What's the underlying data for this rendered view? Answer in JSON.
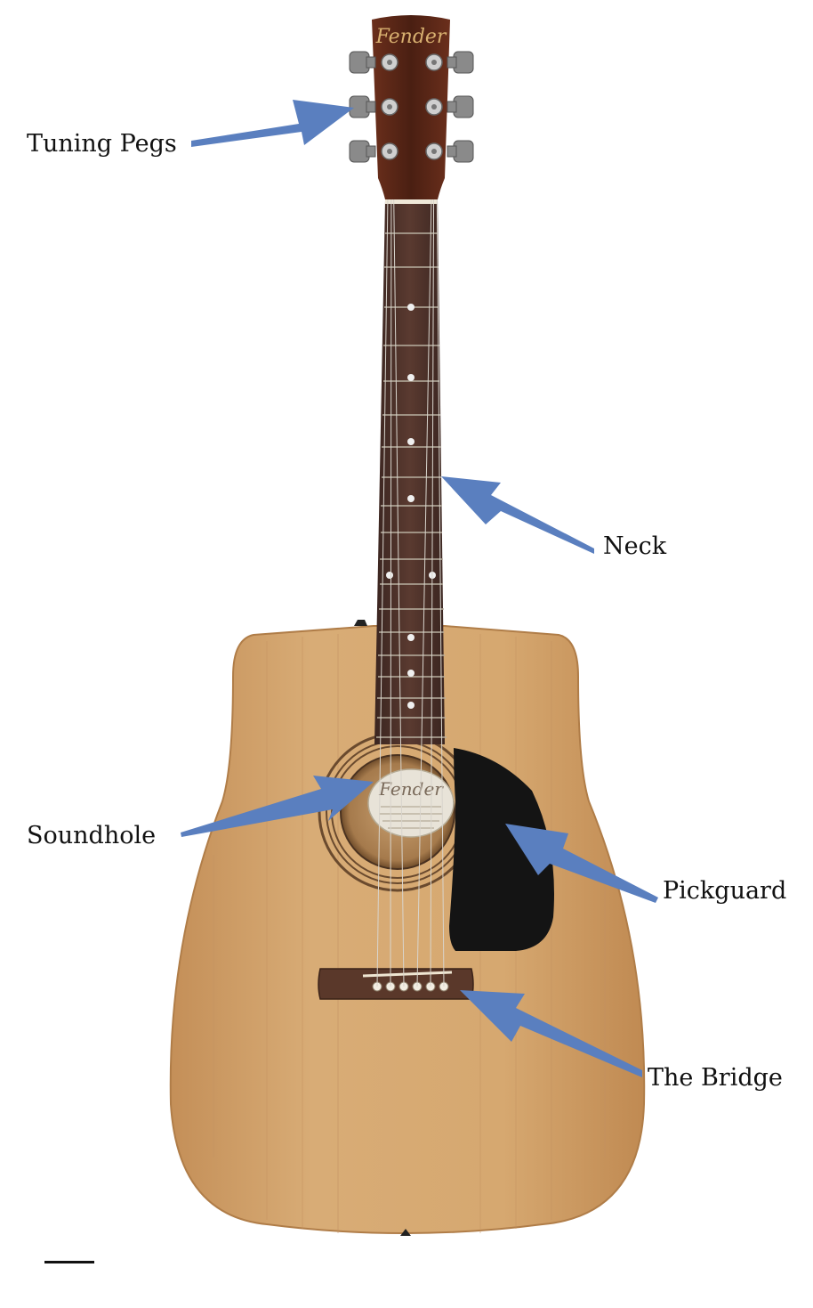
{
  "labels": {
    "tuning_pegs": "Tuning Pegs",
    "neck": "Neck",
    "soundhole": "Soundhole",
    "pickguard": "Pickguard",
    "bridge": "The Bridge"
  },
  "brand": {
    "headstock_logo": "Fender",
    "label_logo": "Fender"
  },
  "colors": {
    "arrow": "#5a7fbf",
    "body_wood": "#d0a36c",
    "fretboard": "#4a3028",
    "headstock": "#5a2a1c",
    "pickguard": "#111111"
  }
}
